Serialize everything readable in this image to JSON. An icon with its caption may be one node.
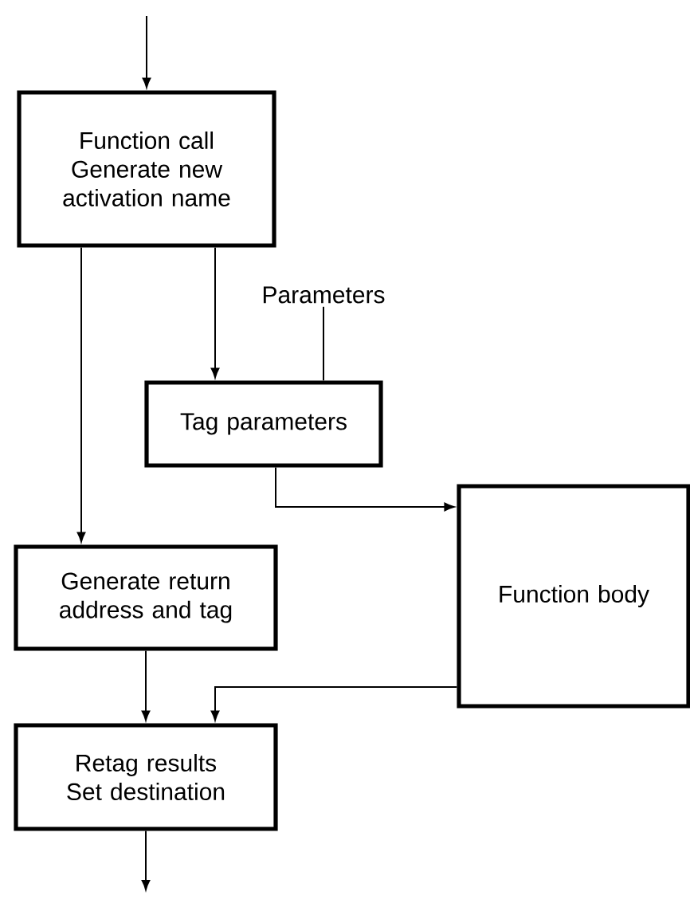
{
  "diagram": {
    "nodes": [
      {
        "text": [
          "Function call",
          "Generate new activation name"
        ]
      },
      {
        "text": [
          "Parameters"
        ]
      },
      {
        "text": [
          "Tag parameters"
        ]
      },
      {
        "text": [
          "Generate return address and tag"
        ]
      },
      {
        "text": [
          "Function body"
        ]
      },
      {
        "text": [
          "Retag results",
          "Set destination"
        ]
      }
    ],
    "edges": [
      {
        "from": null,
        "to": 0,
        "arrow": "to"
      },
      {
        "from": 0,
        "to": 2,
        "arrow": "to"
      },
      {
        "from": 1,
        "to": 2,
        "arrow": "none"
      },
      {
        "from": 0,
        "to": 3,
        "arrow": "to"
      },
      {
        "from": 2,
        "to": 4,
        "arrow": "to"
      },
      {
        "from": 3,
        "to": 5,
        "arrow": "to"
      },
      {
        "from": 4,
        "to": 5,
        "arrow": "to"
      },
      {
        "from": 5,
        "to": null,
        "arrow": "to"
      }
    ]
  }
}
